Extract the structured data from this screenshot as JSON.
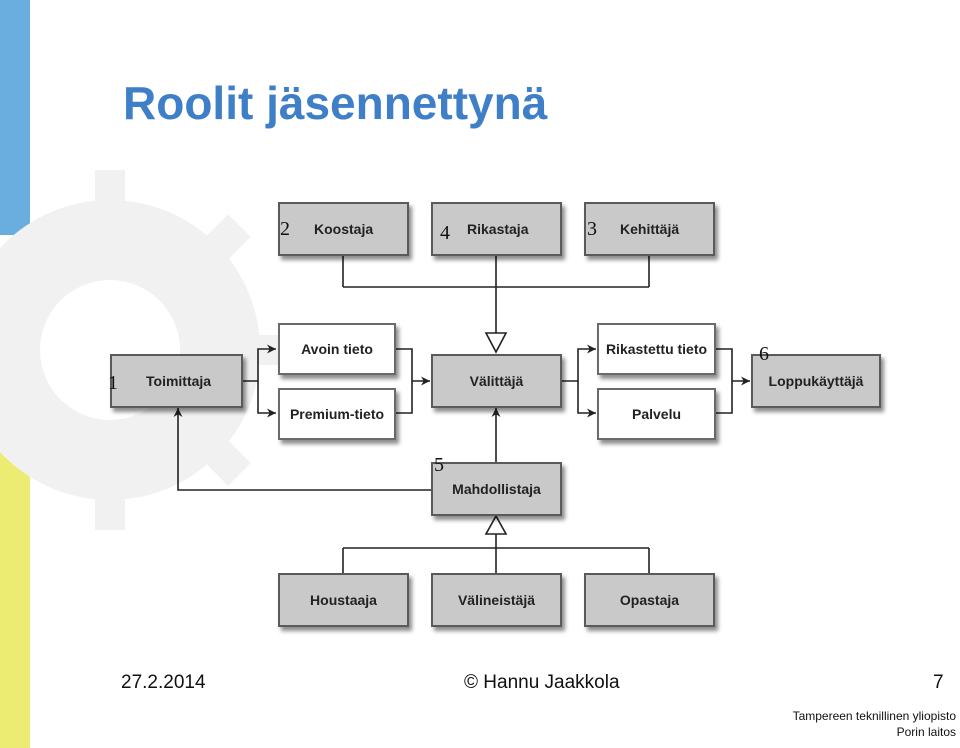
{
  "slide": {
    "title": "Roolit jäsennettynä",
    "date": "27.2.2014",
    "author": "© Hannu Jaakkola",
    "page_number": "7",
    "institution_line1": "Tampereen teknillinen yliopisto",
    "institution_line2": "Porin laitos"
  },
  "colors": {
    "title": "#3f7fc7",
    "bar_blue": "#6aaee0",
    "bar_yellow": "#ecec72",
    "box_gray": "#c9c9c9",
    "line": "#222222"
  },
  "diagram": {
    "boxes": {
      "koostaja": "Koostaja",
      "rikastaja": "Rikastaja",
      "kehittaja": "Kehittäjä",
      "toimittaja": "Toimittaja",
      "avoin_tieto": "Avoin tieto",
      "premium_tieto": "Premium-tieto",
      "valittaja": "Välittäjä",
      "rikastettu_tieto": "Rikastettu tieto",
      "palvelu": "Palvelu",
      "loppukayttaja": "Loppukäyttäjä",
      "mahdollistaja": "Mahdollistaja",
      "houstaaja": "Houstaaja",
      "valineistaja": "Välineistäjä",
      "opastaja": "Opastaja"
    },
    "numbers": {
      "koostaja": "2",
      "rikastaja": "4",
      "kehittaja": "3",
      "toimittaja": "1",
      "loppukayttaja": "6",
      "mahdollistaja": "5"
    }
  }
}
